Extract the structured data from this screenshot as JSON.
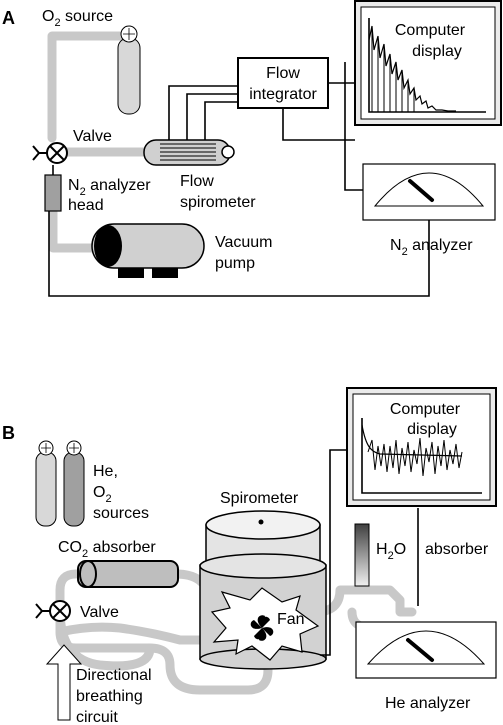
{
  "panel_a": {
    "label": "A",
    "o2_source": [
      "O",
      "2",
      " source"
    ],
    "valve": "Valve",
    "flow_integrator": [
      "Flow",
      "integrator"
    ],
    "computer_display": [
      "Computer",
      "display"
    ],
    "n2_analyzer_head": [
      "N",
      "2",
      " analyzer",
      "head"
    ],
    "flow_spirometer": [
      "Flow",
      "spirometer"
    ],
    "vacuum_pump": [
      "Vacuum",
      "pump"
    ],
    "n2_analyzer": [
      "N",
      "2",
      " analyzer"
    ]
  },
  "panel_b": {
    "label": "B",
    "computer_display": [
      "Computer",
      "display"
    ],
    "he_o2_sources": [
      "He,",
      "O",
      "2",
      "sources"
    ],
    "spirometer": "Spirometer",
    "co2_absorber": [
      "CO",
      "2",
      " absorber"
    ],
    "h2o_absorber": [
      "H",
      "2",
      "O",
      "absorber"
    ],
    "valve": "Valve",
    "fan": "Fan",
    "directional_breathing_circuit": [
      "Directional",
      "breathing",
      "circuit"
    ],
    "he_analyzer": "He analyzer"
  },
  "colors": {
    "tube": "#c8c8c8",
    "cylinder_light": "#d8d8d8",
    "cylinder_dark": "#a0a0a0",
    "display_bg": "#ebebeb",
    "outline": "#000000"
  }
}
